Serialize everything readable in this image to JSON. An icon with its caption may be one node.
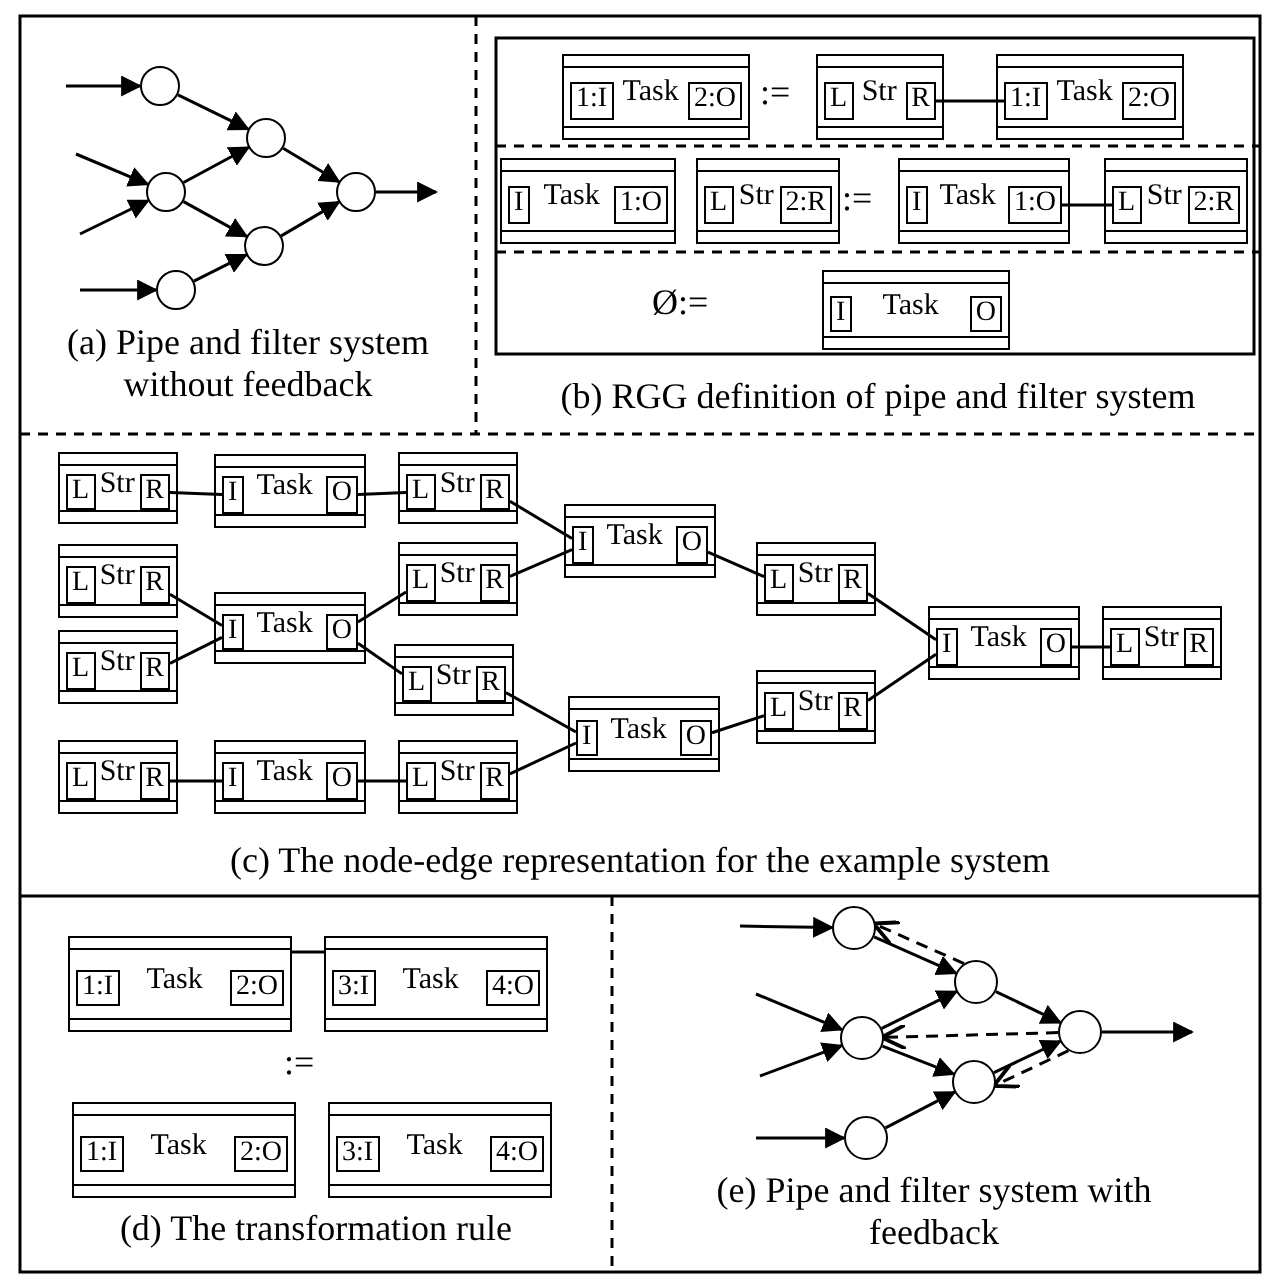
{
  "diagram": {
    "nodes": [
      {
        "text": [],
        "shape": "circle"
      },
      {
        "text": [],
        "shape": "circle"
      },
      {
        "text": [],
        "shape": "circle"
      },
      {
        "text": [],
        "shape": "circle"
      },
      {
        "text": [],
        "shape": "circle"
      },
      {
        "text": [],
        "shape": "circle"
      },
      {
        "text": [
          "Task"
        ]
      },
      {
        "text": [
          "1:I"
        ],
        "in": 6
      },
      {
        "text": [
          "2:O"
        ],
        "in": 6
      },
      {
        "text": [
          "Str"
        ]
      },
      {
        "text": [
          "L"
        ],
        "in": 9
      },
      {
        "text": [
          "R"
        ],
        "in": 9
      },
      {
        "text": [
          "Task"
        ]
      },
      {
        "text": [
          "1:I"
        ],
        "in": 12
      },
      {
        "text": [
          "2:O"
        ],
        "in": 12
      },
      {
        "text": [
          "Task"
        ]
      },
      {
        "text": [
          "I"
        ],
        "in": 15
      },
      {
        "text": [
          "1:O"
        ],
        "in": 15
      },
      {
        "text": [
          "Str"
        ]
      },
      {
        "text": [
          "L"
        ],
        "in": 18
      },
      {
        "text": [
          "2:R"
        ],
        "in": 18
      },
      {
        "text": [
          "Task"
        ]
      },
      {
        "text": [
          "I"
        ],
        "in": 21
      },
      {
        "text": [
          "1:O"
        ],
        "in": 21
      },
      {
        "text": [
          "Str"
        ]
      },
      {
        "text": [
          "L"
        ],
        "in": 24
      },
      {
        "text": [
          "2:R"
        ],
        "in": 24
      },
      {
        "text": [
          "Task"
        ]
      },
      {
        "text": [
          "I"
        ],
        "in": 27
      },
      {
        "text": [
          "O"
        ],
        "in": 27
      },
      {
        "text": [
          "Str"
        ]
      },
      {
        "text": [
          "L"
        ],
        "in": 30
      },
      {
        "text": [
          "R"
        ],
        "in": 30
      },
      {
        "text": [
          "Str"
        ]
      },
      {
        "text": [
          "L"
        ],
        "in": 33
      },
      {
        "text": [
          "R"
        ],
        "in": 33
      },
      {
        "text": [
          "Str"
        ]
      },
      {
        "text": [
          "L"
        ],
        "in": 36
      },
      {
        "text": [
          "R"
        ],
        "in": 36
      },
      {
        "text": [
          "Str"
        ]
      },
      {
        "text": [
          "L"
        ],
        "in": 39
      },
      {
        "text": [
          "R"
        ],
        "in": 39
      },
      {
        "text": [
          "Task"
        ]
      },
      {
        "text": [
          "I"
        ],
        "in": 42
      },
      {
        "text": [
          "O"
        ],
        "in": 42
      },
      {
        "text": [
          "Task"
        ]
      },
      {
        "text": [
          "I"
        ],
        "in": 45
      },
      {
        "text": [
          "O"
        ],
        "in": 45
      },
      {
        "text": [
          "Task"
        ]
      },
      {
        "text": [
          "I"
        ],
        "in": 48
      },
      {
        "text": [
          "O"
        ],
        "in": 48
      },
      {
        "text": [
          "Str"
        ]
      },
      {
        "text": [
          "L"
        ],
        "in": 51
      },
      {
        "text": [
          "R"
        ],
        "in": 51
      },
      {
        "text": [
          "Str"
        ]
      },
      {
        "text": [
          "L"
        ],
        "in": 54
      },
      {
        "text": [
          "R"
        ],
        "in": 54
      },
      {
        "text": [
          "Str"
        ]
      },
      {
        "text": [
          "L"
        ],
        "in": 57
      },
      {
        "text": [
          "R"
        ],
        "in": 57
      },
      {
        "text": [
          "Str"
        ]
      },
      {
        "text": [
          "L"
        ],
        "in": 60
      },
      {
        "text": [
          "R"
        ],
        "in": 60
      },
      {
        "text": [
          "Task"
        ]
      },
      {
        "text": [
          "I"
        ],
        "in": 63
      },
      {
        "text": [
          "O"
        ],
        "in": 63
      },
      {
        "text": [
          "Task"
        ]
      },
      {
        "text": [
          "I"
        ],
        "in": 66
      },
      {
        "text": [
          "O"
        ],
        "in": 66
      },
      {
        "text": [
          "Str"
        ]
      },
      {
        "text": [
          "L"
        ],
        "in": 69
      },
      {
        "text": [
          "R"
        ],
        "in": 69
      },
      {
        "text": [
          "Str"
        ]
      },
      {
        "text": [
          "L"
        ],
        "in": 72
      },
      {
        "text": [
          "R"
        ],
        "in": 72
      },
      {
        "text": [
          "Task"
        ]
      },
      {
        "text": [
          "I"
        ],
        "in": 75
      },
      {
        "text": [
          "O"
        ],
        "in": 75
      },
      {
        "text": [
          "Str"
        ]
      },
      {
        "text": [
          "L"
        ],
        "in": 78
      },
      {
        "text": [
          "R"
        ],
        "in": 78
      },
      {
        "text": [
          "Task"
        ]
      },
      {
        "text": [
          "1:I"
        ],
        "in": 81
      },
      {
        "text": [
          "2:O"
        ],
        "in": 81
      },
      {
        "text": [
          "Task"
        ]
      },
      {
        "text": [
          "3:I"
        ],
        "in": 84
      },
      {
        "text": [
          "4:O"
        ],
        "in": 84
      },
      {
        "text": [
          "Task"
        ]
      },
      {
        "text": [
          "1:I"
        ],
        "in": 87
      },
      {
        "text": [
          "2:O"
        ],
        "in": 87
      },
      {
        "text": [
          "Task"
        ]
      },
      {
        "text": [
          "3:I"
        ],
        "in": 90
      },
      {
        "text": [
          "4:O"
        ],
        "in": 90
      },
      {
        "text": [],
        "shape": "circle"
      },
      {
        "text": [],
        "shape": "circle"
      },
      {
        "text": [],
        "shape": "circle"
      },
      {
        "text": [],
        "shape": "circle"
      },
      {
        "text": [],
        "shape": "circle"
      },
      {
        "text": [],
        "shape": "circle"
      }
    ],
    "edges": [
      {
        "from": null,
        "to": 0,
        "arrow": "to"
      },
      {
        "from": null,
        "to": 1,
        "arrow": "to"
      },
      {
        "from": null,
        "to": 1,
        "arrow": "to"
      },
      {
        "from": null,
        "to": 2,
        "arrow": "to"
      },
      {
        "from": 0,
        "to": 3,
        "arrow": "to"
      },
      {
        "from": 1,
        "to": 3,
        "arrow": "to"
      },
      {
        "from": 1,
        "to": 4,
        "arrow": "to"
      },
      {
        "from": 2,
        "to": 4,
        "arrow": "to"
      },
      {
        "from": 3,
        "to": 5,
        "arrow": "to"
      },
      {
        "from": 4,
        "to": 5,
        "arrow": "to"
      },
      {
        "from": 5,
        "to": null,
        "arrow": "to"
      },
      {
        "from": 11,
        "to": 13,
        "arrow": "none"
      },
      {
        "from": 23,
        "to": 25,
        "arrow": "none"
      },
      {
        "from": 32,
        "to": 43,
        "arrow": "none"
      },
      {
        "from": 44,
        "to": 52,
        "arrow": "none"
      },
      {
        "from": 53,
        "to": 64,
        "arrow": "none"
      },
      {
        "from": 35,
        "to": 46,
        "arrow": "none"
      },
      {
        "from": 38,
        "to": 46,
        "arrow": "none"
      },
      {
        "from": 47,
        "to": 55,
        "arrow": "none"
      },
      {
        "from": 47,
        "to": 58,
        "arrow": "none"
      },
      {
        "from": 56,
        "to": 64,
        "arrow": "none"
      },
      {
        "from": 59,
        "to": 67,
        "arrow": "none"
      },
      {
        "from": 41,
        "to": 49,
        "arrow": "none"
      },
      {
        "from": 50,
        "to": 61,
        "arrow": "none"
      },
      {
        "from": 62,
        "to": 67,
        "arrow": "none"
      },
      {
        "from": 65,
        "to": 70,
        "arrow": "none"
      },
      {
        "from": 68,
        "to": 73,
        "arrow": "none"
      },
      {
        "from": 71,
        "to": 76,
        "arrow": "none"
      },
      {
        "from": 74,
        "to": 76,
        "arrow": "none"
      },
      {
        "from": 77,
        "to": 79,
        "arrow": "none"
      },
      {
        "from": 81,
        "to": 84,
        "arrow": "none"
      },
      {
        "from": null,
        "to": 93,
        "arrow": "to"
      },
      {
        "from": null,
        "to": 94,
        "arrow": "to"
      },
      {
        "from": null,
        "to": 94,
        "arrow": "to"
      },
      {
        "from": null,
        "to": 95,
        "arrow": "to"
      },
      {
        "from": 93,
        "to": 96,
        "arrow": "to"
      },
      {
        "from": 94,
        "to": 96,
        "arrow": "to"
      },
      {
        "from": 94,
        "to": 97,
        "arrow": "to"
      },
      {
        "from": 95,
        "to": 97,
        "arrow": "to"
      },
      {
        "from": 96,
        "to": 98,
        "arrow": "to"
      },
      {
        "from": 97,
        "to": 98,
        "arrow": "to"
      },
      {
        "from": 98,
        "to": null,
        "arrow": "to"
      },
      {
        "from": 96,
        "to": 93,
        "arrow": "to",
        "style": "dashed"
      },
      {
        "from": 98,
        "to": 94,
        "arrow": "to",
        "style": "dashed"
      },
      {
        "from": 98,
        "to": 97,
        "arrow": "to",
        "style": "dashed"
      }
    ],
    "labels": [
      "(a) Pipe and filter system without feedback",
      ":=",
      ":=",
      "Ø:=",
      "(b) RGG definition of pipe and filter system",
      "(c) The node-edge representation for the example system",
      ":=",
      "(d) The transformation rule",
      "(e) Pipe and filter system with feedback"
    ]
  }
}
